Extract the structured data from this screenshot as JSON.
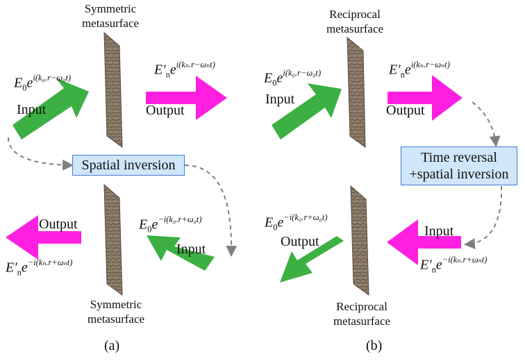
{
  "colors": {
    "input_arrow": "#3cb043",
    "output_arrow": "#ff1fe0",
    "box_fill": "#cfe6fb",
    "box_border": "#3b7fd0",
    "dashed": "#808080",
    "slab": "#8a7a68"
  },
  "panel_a": {
    "top_caption_1": "Symmetric",
    "top_caption_2": "metasurface",
    "bottom_caption_1": "Symmetric",
    "bottom_caption_2": "metasurface",
    "input_label_top": "Input",
    "output_label_top": "Output",
    "output_label_bottom": "Output",
    "input_label_bottom": "Input",
    "box_label": "Spatial inversion",
    "panel_label": "(a)"
  },
  "panel_b": {
    "top_caption_1": "Reciprocal",
    "top_caption_2": "metasurface",
    "bottom_caption_1": "Reciprocal",
    "bottom_caption_2": "metasurface",
    "input_label_top": "Input",
    "output_label_top": "Output",
    "output_label_bottom": "Output",
    "input_label_bottom": "Input",
    "box_label_1": "Time reversal",
    "box_label_2": "+spatial inversion",
    "panel_label": "(b)"
  },
  "equations": {
    "E0": "E",
    "En": "E′",
    "sub0": "0",
    "subn": "n",
    "exp_in": "i(k₀.r−ω₀t)",
    "exp_out": "i(kₙ.r−ωₙt)",
    "exp_in_rev": "−i(k₀.r+ω₀t)",
    "exp_out_rev": "−i(kₙ.r+ωₙt)"
  }
}
